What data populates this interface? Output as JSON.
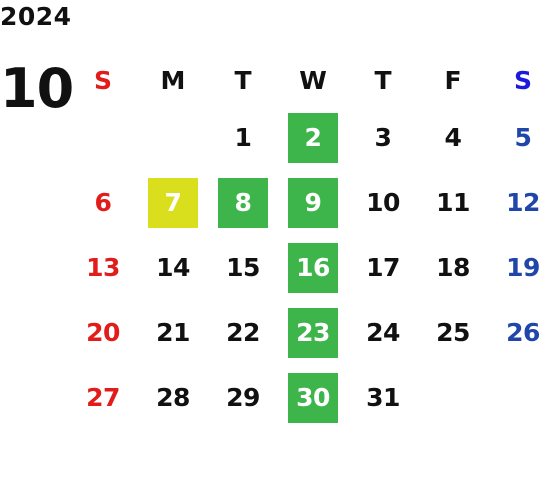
{
  "calendar": {
    "year": "2024",
    "month": "10",
    "weekdays": [
      "S",
      "M",
      "T",
      "W",
      "T",
      "F",
      "S"
    ],
    "weeks": [
      [
        {
          "day": "",
          "highlight": ""
        },
        {
          "day": "",
          "highlight": ""
        },
        {
          "day": "1",
          "highlight": ""
        },
        {
          "day": "2",
          "highlight": "green"
        },
        {
          "day": "3",
          "highlight": ""
        },
        {
          "day": "4",
          "highlight": ""
        },
        {
          "day": "5",
          "highlight": ""
        }
      ],
      [
        {
          "day": "6",
          "highlight": ""
        },
        {
          "day": "7",
          "highlight": "yellow"
        },
        {
          "day": "8",
          "highlight": "green"
        },
        {
          "day": "9",
          "highlight": "green"
        },
        {
          "day": "10",
          "highlight": ""
        },
        {
          "day": "11",
          "highlight": ""
        },
        {
          "day": "12",
          "highlight": ""
        }
      ],
      [
        {
          "day": "13",
          "highlight": ""
        },
        {
          "day": "14",
          "highlight": ""
        },
        {
          "day": "15",
          "highlight": ""
        },
        {
          "day": "16",
          "highlight": "green"
        },
        {
          "day": "17",
          "highlight": ""
        },
        {
          "day": "18",
          "highlight": ""
        },
        {
          "day": "19",
          "highlight": ""
        }
      ],
      [
        {
          "day": "20",
          "highlight": ""
        },
        {
          "day": "21",
          "highlight": ""
        },
        {
          "day": "22",
          "highlight": ""
        },
        {
          "day": "23",
          "highlight": "green"
        },
        {
          "day": "24",
          "highlight": ""
        },
        {
          "day": "25",
          "highlight": ""
        },
        {
          "day": "26",
          "highlight": ""
        }
      ],
      [
        {
          "day": "27",
          "highlight": ""
        },
        {
          "day": "28",
          "highlight": ""
        },
        {
          "day": "29",
          "highlight": ""
        },
        {
          "day": "30",
          "highlight": "green"
        },
        {
          "day": "31",
          "highlight": ""
        },
        {
          "day": "",
          "highlight": ""
        },
        {
          "day": "",
          "highlight": ""
        }
      ]
    ]
  },
  "colors": {
    "sunday": "#e21b1b",
    "saturday": "#1f46a8",
    "saturday_header": "#1a1adf",
    "green_highlight": "#3db54a",
    "yellow_highlight": "#d9df1d",
    "text": "#111111"
  }
}
